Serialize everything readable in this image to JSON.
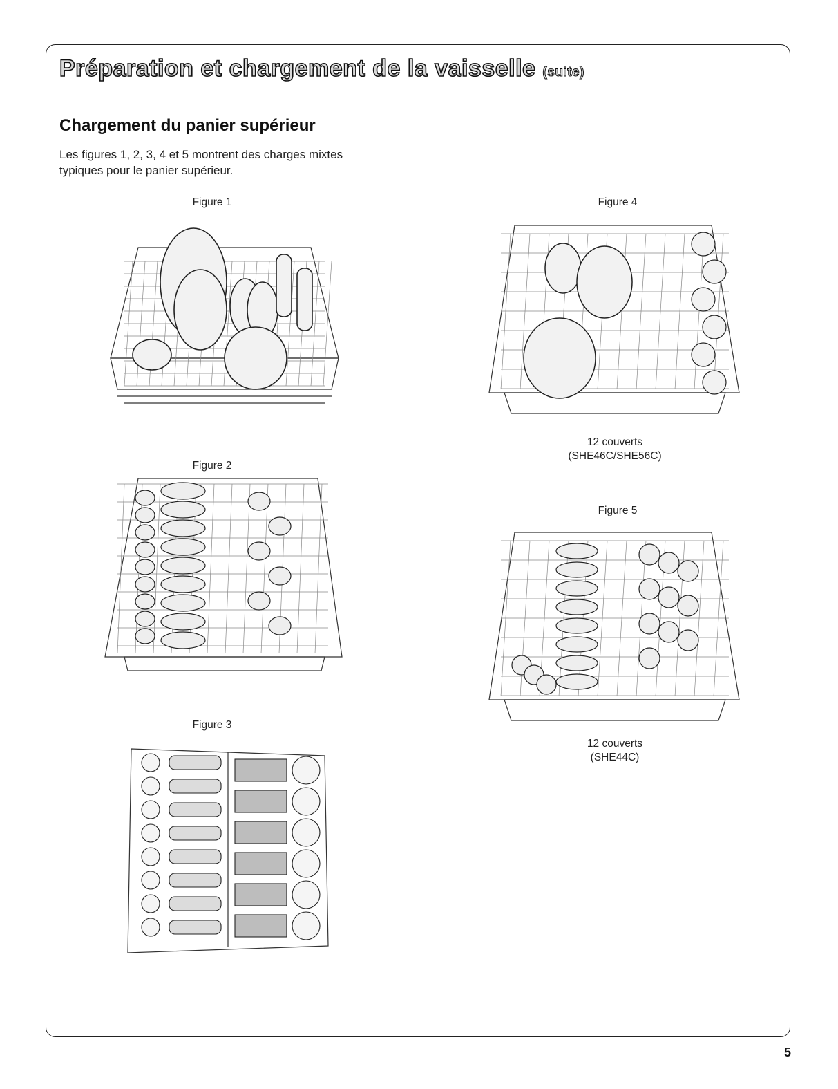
{
  "page": {
    "title": "Préparation et chargement de la vaisselle",
    "title_suffix": "(suite)",
    "section_heading": "Chargement du panier supérieur",
    "intro": "Les figures 1, 2, 3, 4 et 5 montrent des charges mixtes typiques pour le panier supérieur.",
    "page_number": "5"
  },
  "figures": [
    {
      "label": "Figure 1",
      "caption": []
    },
    {
      "label": "Figure 2",
      "caption": []
    },
    {
      "label": "Figure 3",
      "caption": []
    },
    {
      "label": "Figure 4",
      "caption": [
        "12 couverts",
        "(SHE46C/SHE56C)"
      ]
    },
    {
      "label": "Figure 5",
      "caption": [
        "12 couverts",
        "(SHE44C)"
      ]
    }
  ]
}
